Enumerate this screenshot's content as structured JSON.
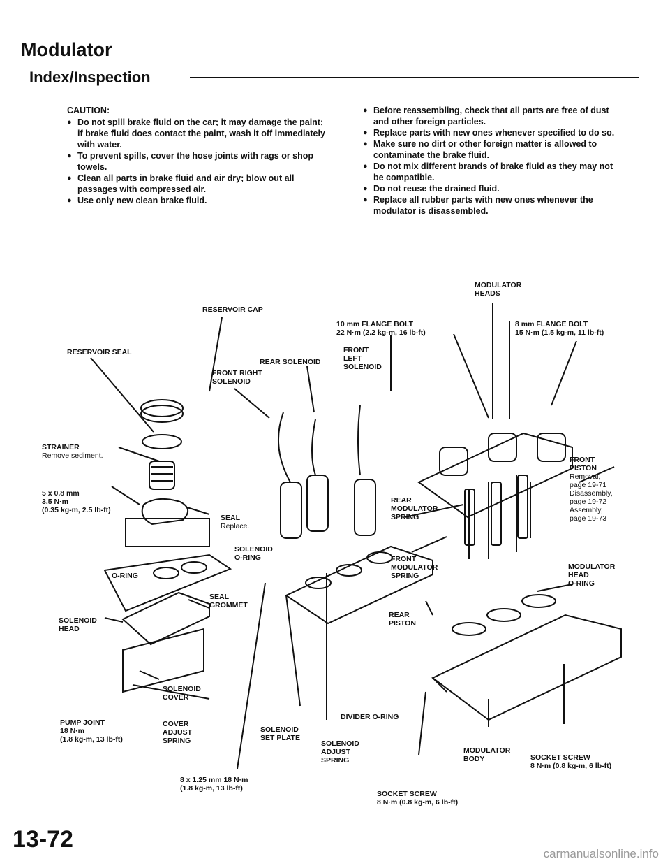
{
  "header": {
    "title": "Modulator",
    "subtitle": "Index/Inspection"
  },
  "caution": {
    "heading": "CAUTION:",
    "items": [
      "Do not spill brake fluid on the car; it may damage the paint; if brake fluid does contact the paint, wash it off immediately with water.",
      "To prevent spills, cover the hose joints with rags or shop towels.",
      "Clean all parts in brake fluid and air dry; blow out all passages with compressed air.",
      "Use only new clean brake fluid."
    ]
  },
  "notes": {
    "items": [
      "Before reassembling, check that all parts are free of dust and other foreign particles.",
      "Replace parts with new ones whenever specified to do so.",
      "Make sure no dirt or other foreign matter is allowed to contaminate the brake fluid.",
      "Do not mix different brands of brake fluid as they may not be compatible.",
      "Do not reuse the drained fluid.",
      "Replace all rubber parts with new ones whenever the modulator is disassembled."
    ]
  },
  "labels": {
    "reservoir_cap": "RESERVOIR CAP",
    "reservoir_seal": "RESERVOIR SEAL",
    "rear_solenoid": "REAR SOLENOID",
    "front_right_solenoid": "FRONT RIGHT\nSOLENOID",
    "flange_bolt_10": "10 mm FLANGE BOLT\n22 N·m (2.2 kg-m, 16 lb-ft)",
    "front_left_solenoid": "FRONT\nLEFT\nSOLENOID",
    "modulator_heads": "MODULATOR\nHEADS",
    "flange_bolt_8": "8 mm FLANGE BOLT\n15 N·m (1.5 kg-m, 11 lb-ft)",
    "strainer": "STRAINER",
    "strainer_note": "Remove sediment.",
    "bolt_5x08": "5 x 0.8 mm\n3.5 N·m\n(0.35 kg-m, 2.5 lb-ft)",
    "seal": "SEAL",
    "seal_note": "Replace.",
    "front_piston": "FRONT\nPISTON",
    "front_piston_notes": "Removal,\npage 19-71\nDisassembly,\npage 19-72\nAssembly,\npage 19-73",
    "rear_modulator_spring": "REAR\nMODULATOR\nSPRING",
    "solenoid_oring": "SOLENOID\nO-RING",
    "oring": "O-RING",
    "front_modulator_spring": "FRONT\nMODULATOR\nSPRING",
    "modulator_head_oring": "MODULATOR\nHEAD\nO-RING",
    "seal_grommet": "SEAL\nGROMMET",
    "solenoid_head": "SOLENOID\nHEAD",
    "rear_piston": "REAR\nPISTON",
    "solenoid_cover": "SOLENOID\nCOVER",
    "divider_oring": "DIVIDER O-RING",
    "pump_joint": "PUMP JOINT\n18 N·m\n(1.8 kg-m, 13 lb-ft)",
    "cover_adjust_spring": "COVER\nADJUST\nSPRING",
    "solenoid_set_plate": "SOLENOID\nSET PLATE",
    "solenoid_adjust_spring": "SOLENOID\nADJUST\nSPRING",
    "modulator_body": "MODULATOR\nBODY",
    "socket_screw_right": "SOCKET SCREW\n8 N·m (0.8 kg-m, 6 lb-ft)",
    "bolt_8x125": "8 x 1.25 mm 18 N·m\n(1.8 kg-m, 13 lb-ft)",
    "socket_screw_bottom": "SOCKET SCREW\n8 N·m (0.8 kg-m, 6 lb-ft)"
  },
  "footer": {
    "page_number": "13-72",
    "watermark": "carmanualsonline.info"
  }
}
